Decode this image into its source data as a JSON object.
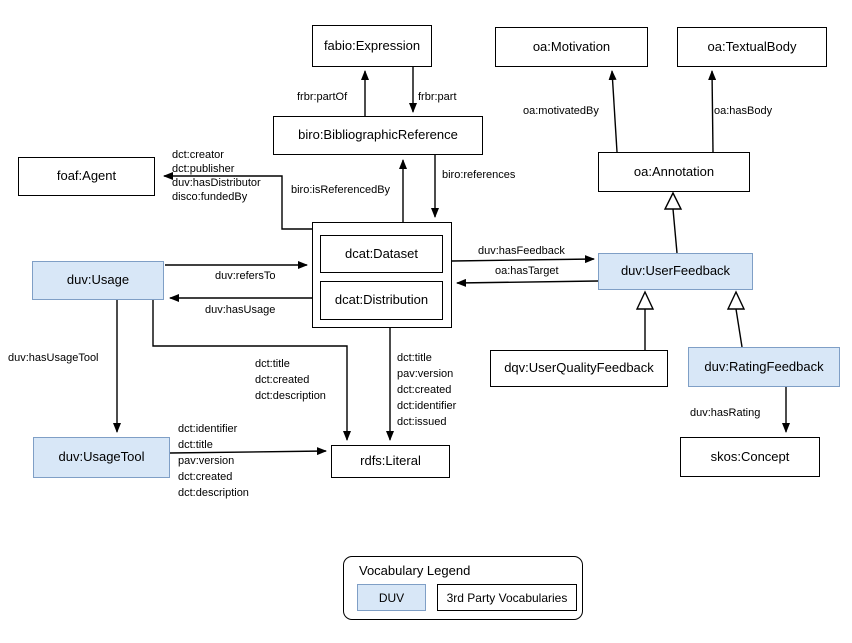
{
  "diagram": {
    "nodes": {
      "fabio_expression": "fabio:Expression",
      "oa_motivation": "oa:Motivation",
      "oa_textualbody": "oa:TextualBody",
      "biro_bibliographic_reference": "biro:BibliographicReference",
      "foaf_agent": "foaf:Agent",
      "oa_annotation": "oa:Annotation",
      "dcat_dataset": "dcat:Dataset",
      "dcat_distribution": "dcat:Distribution",
      "duv_usage": "duv:Usage",
      "duv_userfeedback": "duv:UserFeedback",
      "dqv_userqualityfeedback": "dqv:UserQualityFeedback",
      "duv_ratingfeedback": "duv:RatingFeedback",
      "duv_usagetool": "duv:UsageTool",
      "rdfs_literal": "rdfs:Literal",
      "skos_concept": "skos:Concept"
    },
    "edges": {
      "frbr_partof": "frbr:partOf",
      "frbr_part": "frbr:part",
      "oa_motivatedby": "oa:motivatedBy",
      "oa_hasbody": "oa:hasBody",
      "agent_props": [
        "dct:creator",
        "dct:publisher",
        "duv:hasDistributor",
        "disco:fundedBy"
      ],
      "biro_isreferencedby": "biro:isReferencedBy",
      "biro_references": "biro:references",
      "duv_refersto": "duv:refersTo",
      "duv_hasusage": "duv:hasUsage",
      "duv_hasfeedback": "duv:hasFeedback",
      "oa_hastarget": "oa:hasTarget",
      "duv_hasusagetool": "duv:hasUsageTool",
      "usage_literal_props": [
        "dct:title",
        "dct:created",
        "dct:description"
      ],
      "dataset_literal_props": [
        "dct:title",
        "pav:version",
        "dct:created",
        "dct:identifier",
        "dct:issued"
      ],
      "usagetool_literal_props": [
        "dct:identifier",
        "dct:title",
        "pav:version",
        "dct:created",
        "dct:description"
      ],
      "duv_hasrating": "duv:hasRating"
    },
    "legend": {
      "title": "Vocabulary Legend",
      "duv_label": "DUV",
      "third_party_label": "3rd Party Vocabularies"
    },
    "colors": {
      "duv_fill": "#d8e7f7",
      "duv_border": "#7f9fc6",
      "line": "#000000"
    }
  }
}
